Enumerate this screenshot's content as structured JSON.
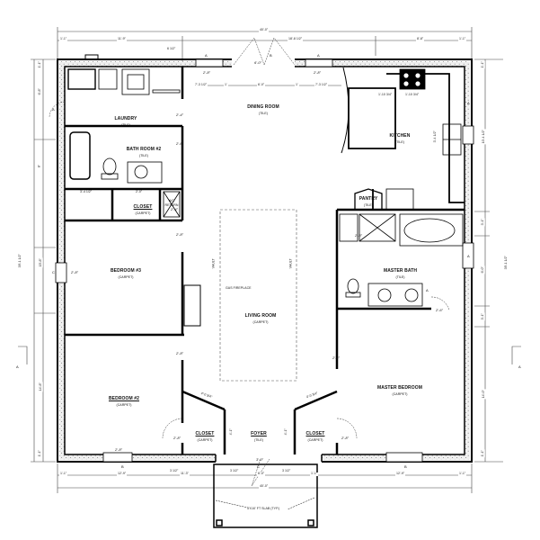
{
  "plan": {
    "overall_width": "40'-0\"",
    "overall_depth": "39'-1 1/2\""
  },
  "rooms": {
    "dining": {
      "name": "DINING ROOM",
      "floor": "(TILE)"
    },
    "laundry": {
      "name": "LAUNDRY",
      "floor": "(TILE)"
    },
    "bath2": {
      "name": "BATH ROOM #2",
      "floor": "(TILE)"
    },
    "closet_bath": {
      "name": "CLOSET",
      "floor": "(CARPET)"
    },
    "ac": {
      "name": "A/C",
      "floor": "RETURN"
    },
    "kitchen": {
      "name": "KITCHEN",
      "floor": "(TILE)"
    },
    "pantry": {
      "name": "PANTRY",
      "floor": "(TILE)"
    },
    "bedroom3": {
      "name": "BEDROOM #3",
      "floor": "(CARPET)"
    },
    "living": {
      "name": "LIVING ROOM",
      "floor": "(CARPET)"
    },
    "master_bath": {
      "name": "MASTER BATH",
      "floor": "(TILE)"
    },
    "bedroom2": {
      "name": "BEDROOM #2",
      "floor": "(CARPET)"
    },
    "master_bed": {
      "name": "MASTER BEDROOM",
      "floor": "(CARPET)"
    },
    "closet_left": {
      "name": "CLOSET",
      "floor": "(CARPET)"
    },
    "foyer": {
      "name": "FOYER",
      "floor": "(TILE)"
    },
    "closet_right": {
      "name": "CLOSET",
      "floor": "(CARPET)"
    }
  },
  "annotations": {
    "fireplace": "GAS FIREPLACE",
    "vault_left": "VAULT",
    "vault_right": "VAULT",
    "porch": "5'X10' FT SLAB (TYP.)"
  },
  "dimensions": {
    "top_overall": "40'-0\"",
    "top": [
      "1'-1\"",
      "11'-9\"",
      "18'-8 1/2\"",
      "8'-8\"",
      "1'-1\""
    ],
    "top_small": "6 1/2\"",
    "dining_windows": [
      "7'-3 1/2\"",
      "1'",
      "6'-0\"",
      "1'",
      "7'-3 1/2\""
    ],
    "kitchen_cab": [
      "1'-10 3/4\"",
      "1'-10 3/4\""
    ],
    "kitchen_side": "3'-4 1/2\"",
    "bottom_overall": "40'-0\"",
    "bottom": [
      "1'-1\"",
      "12'-9\"",
      "11'-3\"",
      "6'-0\"",
      "1'-1\"",
      "12'-9\"",
      "1'-1\""
    ],
    "bottom_small": [
      "3 1/2\"",
      "3 1/2\"",
      "3 1/2\""
    ],
    "left_overall": "39'-1 1/2\"",
    "left": [
      "1'-1\"",
      "6'-8\"",
      "8'",
      "15'-8\"",
      "14'-8\"",
      "1'-1\""
    ],
    "right_overall": "39'-1 1/2\"",
    "right": [
      "1'-1\"",
      "10'-4 1/2\"",
      "3'-1\"",
      "6'-0\"",
      "3'-1\"",
      "14'-0\"",
      "1'-1\""
    ],
    "closet_diag": [
      "4'-0 3/4\"",
      "4'-0 3/4\""
    ],
    "closet_depth": [
      "4'-1\"",
      "4'-1\""
    ],
    "bath2_closet": [
      "3'-4 1/2\"",
      "2'-0\""
    ]
  },
  "doors": {
    "d1": "2'-4\"",
    "d2": "2'-6\"",
    "d3": "2'-4\"",
    "d4": "2'-8\"",
    "d5": "2'-8\"",
    "d6": "2'-8\"",
    "d7": "2'-8\"",
    "d8": "2'-8\"",
    "d9": "2'-8\"",
    "d10": "2'-8\"",
    "d11": "2'-4\"",
    "d12": "2'-8\"",
    "d13": "6'-0\"",
    "d14": "2'-6\"",
    "d15": "2'-8\"",
    "d16": "3'-0\""
  },
  "window_tags": [
    "A",
    "B",
    "A",
    "A",
    "C",
    "A",
    "A",
    "B",
    "C",
    "B",
    "A"
  ],
  "section_marker": "A",
  "colors": {
    "wall": "#000000",
    "insulation": "#bdbdbd",
    "dim_line": "#444444",
    "background": "#ffffff"
  }
}
